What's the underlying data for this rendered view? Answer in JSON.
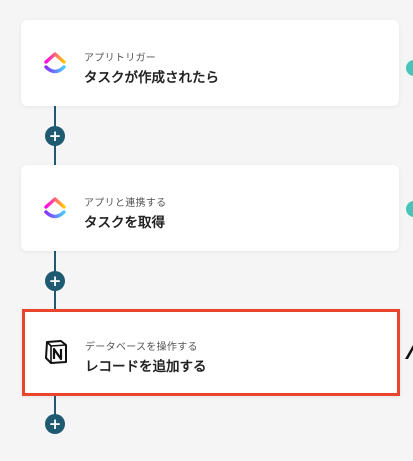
{
  "flow": {
    "steps": [
      {
        "caption": "アプリトリガー",
        "title": "タスクが作成されたら",
        "icon": "clickup-logo-icon"
      },
      {
        "caption": "アプリと連携する",
        "title": "タスクを取得",
        "icon": "clickup-logo-icon"
      },
      {
        "caption": "データベースを操作する",
        "title": "レコードを追加する",
        "icon": "notion-logo-icon"
      }
    ],
    "add_step_symbol": "+"
  },
  "colors": {
    "connector": "#1f5a73",
    "selected_border": "#e8452c",
    "side_handle": "#48c4b8"
  }
}
